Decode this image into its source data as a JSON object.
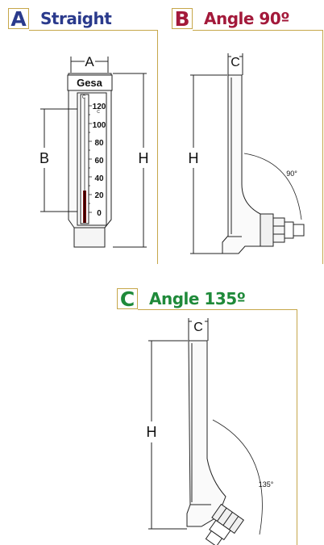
{
  "panels": [
    {
      "letter": "A",
      "title": "Straight",
      "color": "#2a3a8c"
    },
    {
      "letter": "B",
      "title": "Angle 90º",
      "color": "#a3193a"
    },
    {
      "letter": "C",
      "title": "Angle 135º",
      "color": "#1f8a3a"
    }
  ],
  "brand": "Gesa",
  "scale_unit": "C",
  "scale_ticks": [
    "120",
    "100",
    "80",
    "60",
    "40",
    "20",
    "0"
  ],
  "dims": {
    "a": "A",
    "b": "B",
    "c": "C",
    "h": "H"
  },
  "angles": {
    "b": "90°",
    "c": "135°"
  },
  "frame_color": "#c6a74a"
}
